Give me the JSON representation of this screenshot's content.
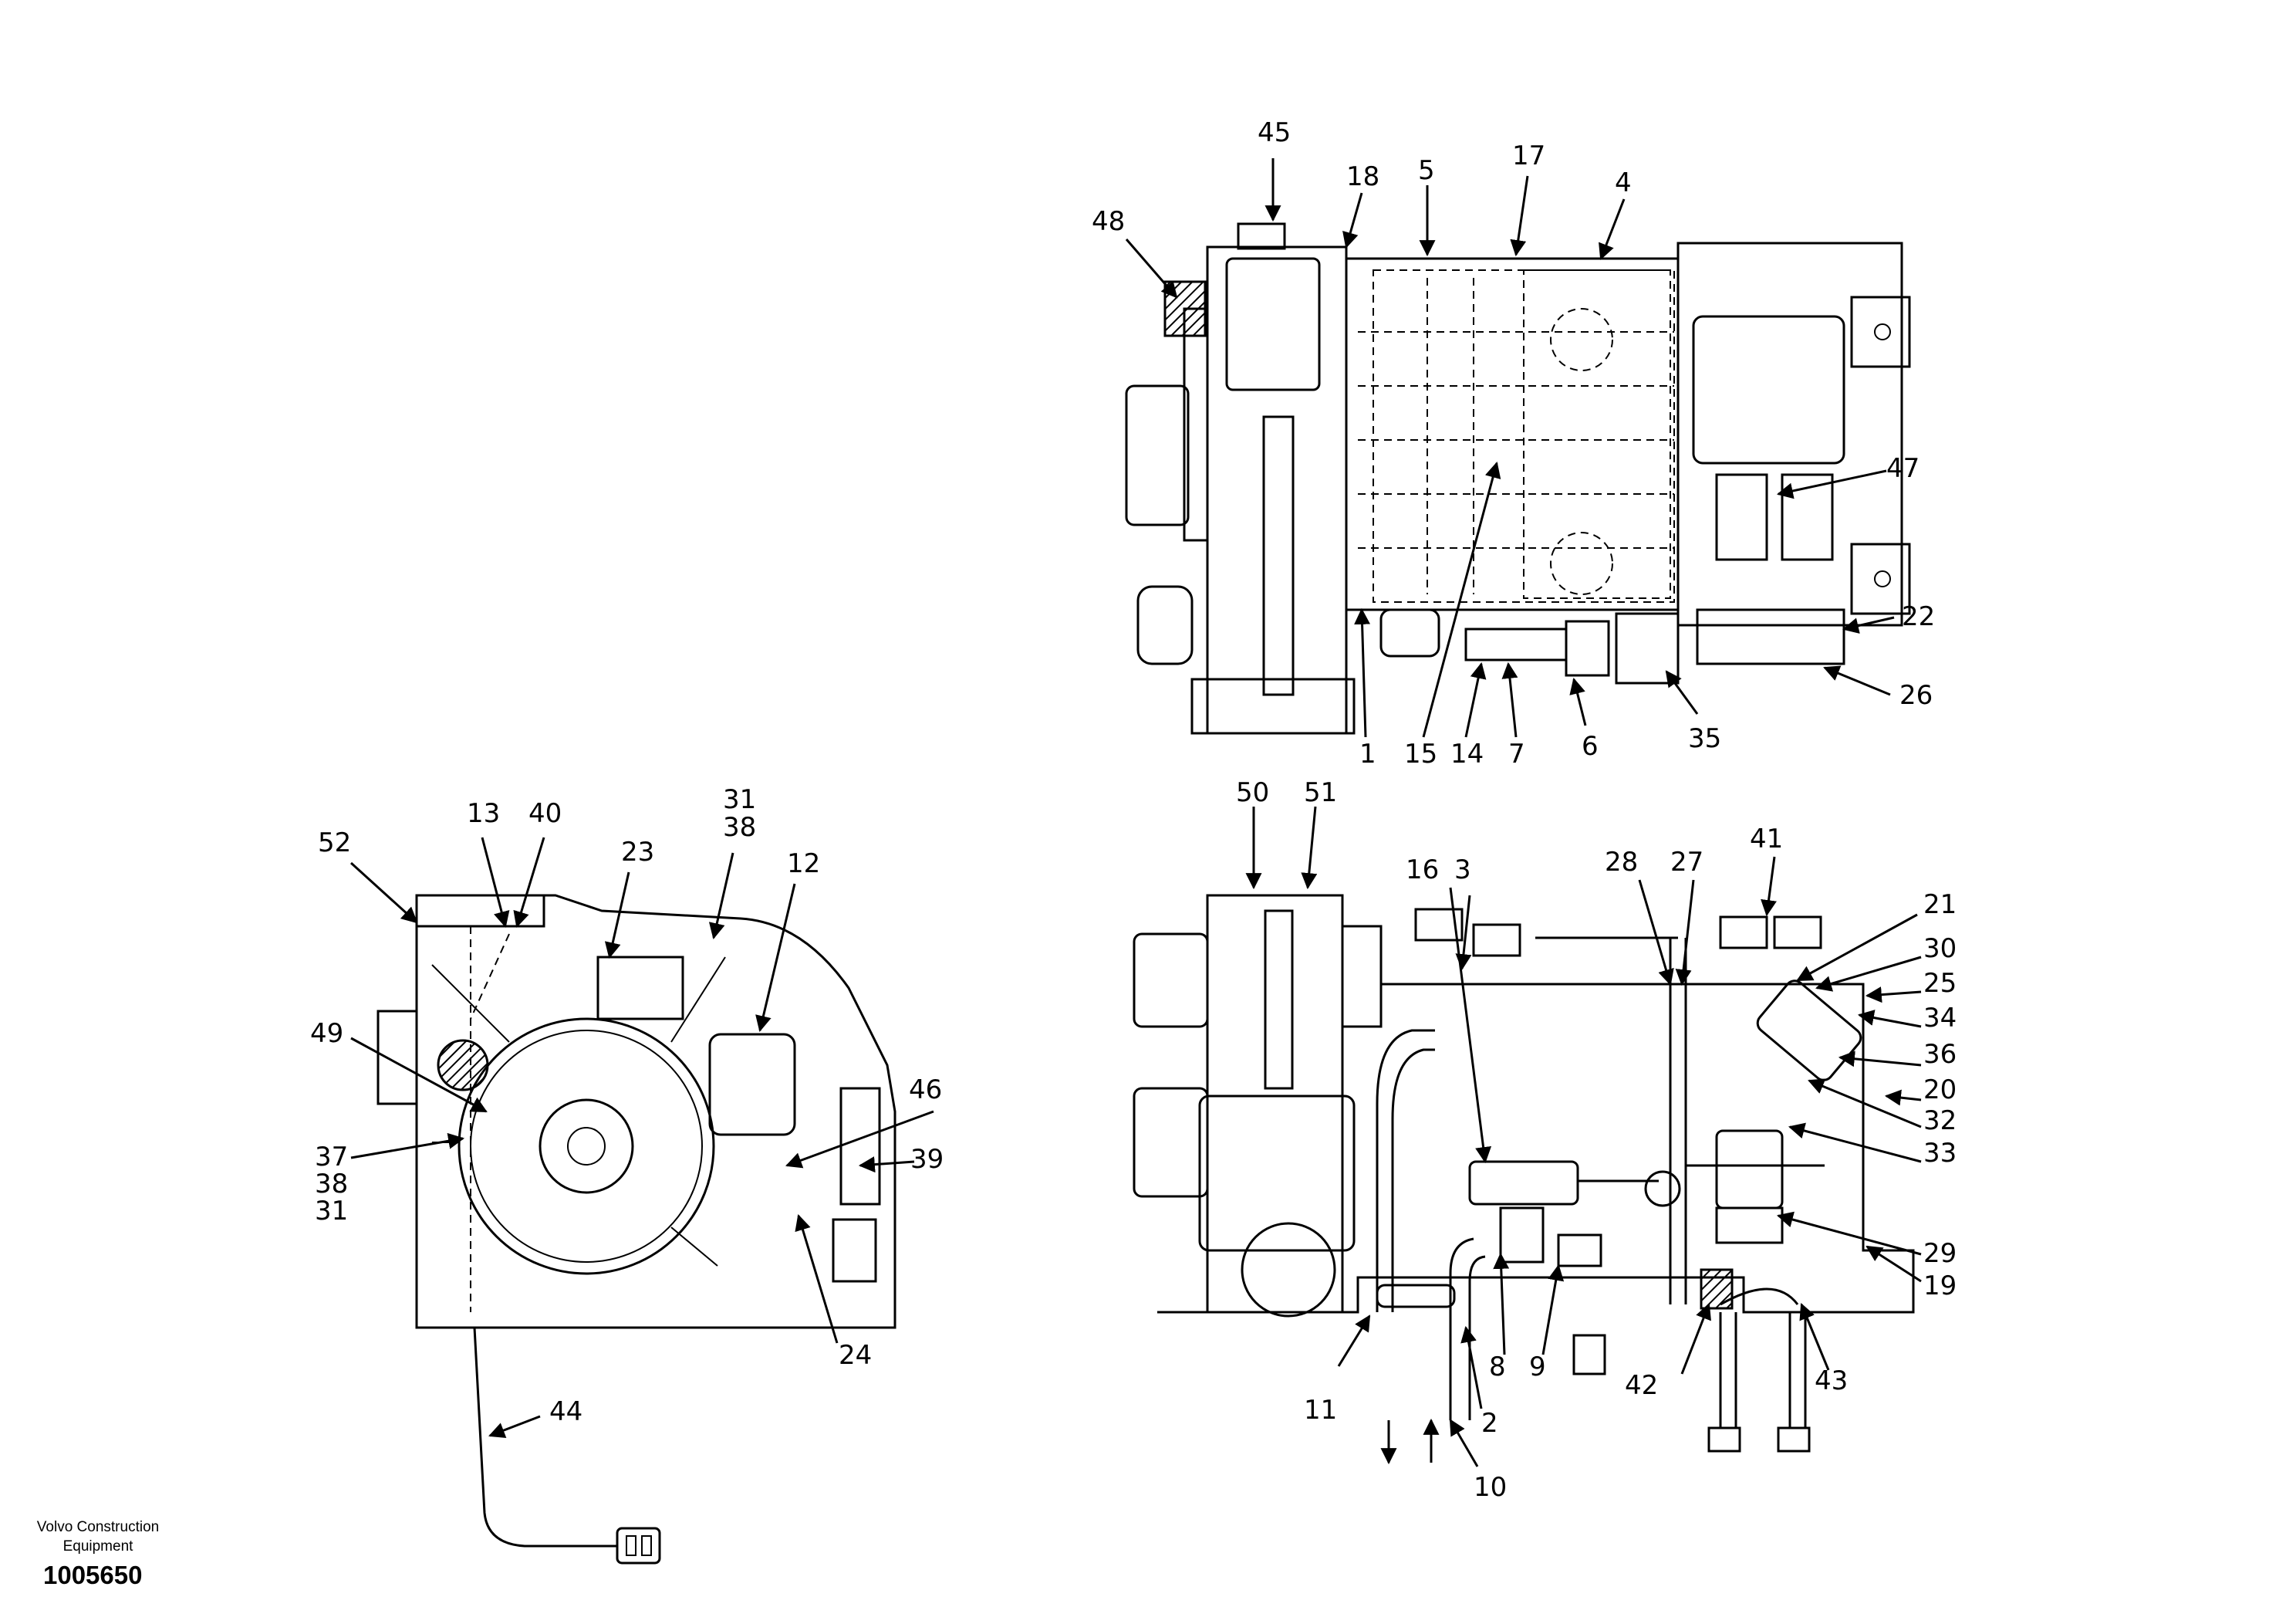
{
  "footer": {
    "maker": "Volvo Construction Equipment",
    "doc_number": "1005650"
  },
  "callouts": {
    "top_view": [
      "45",
      "18",
      "5",
      "17",
      "4",
      "48",
      "47",
      "22",
      "26",
      "1",
      "15",
      "14",
      "7",
      "6",
      "35"
    ],
    "side_left": [
      "52",
      "13",
      "40",
      "23",
      "31",
      "38",
      "12",
      "49",
      "46",
      "39",
      "37",
      "38",
      "31",
      "24",
      "44"
    ],
    "front_view": [
      "50",
      "51",
      "16",
      "3",
      "28",
      "27",
      "41",
      "21",
      "30",
      "25",
      "34",
      "36",
      "20",
      "32",
      "33",
      "29",
      "19",
      "11",
      "2",
      "8",
      "9",
      "42",
      "43",
      "10"
    ]
  }
}
